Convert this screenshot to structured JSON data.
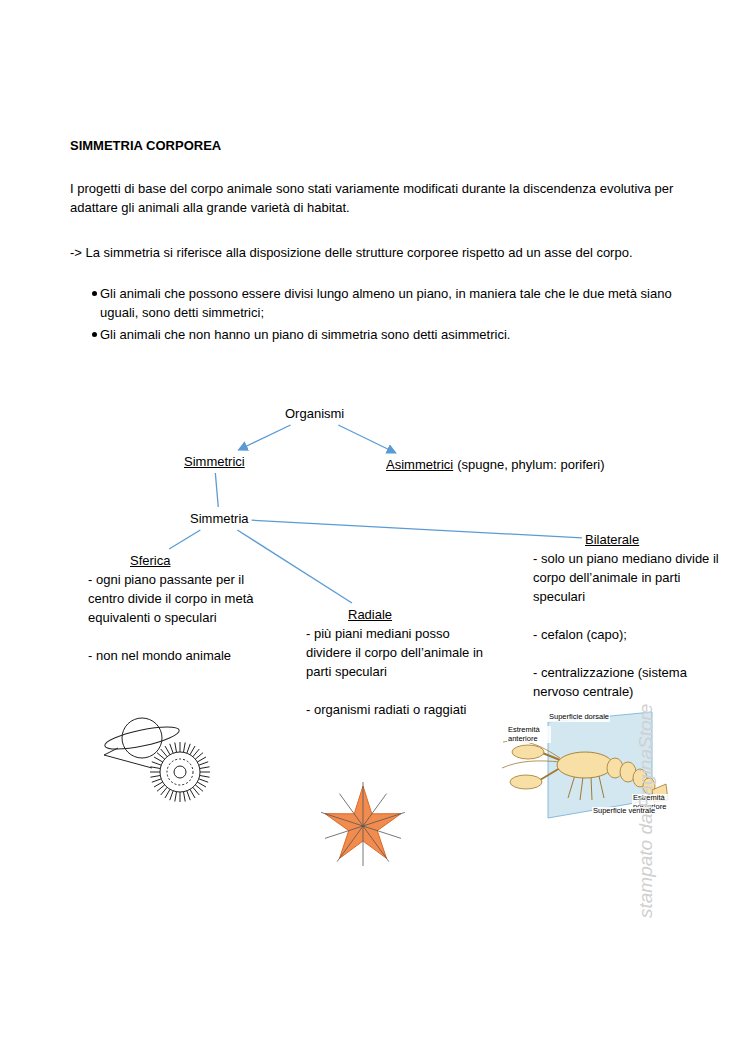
{
  "diagram": {
    "title": "SIMMETRIA CORPOREA",
    "nodes": [
      {
        "text": [
          "Organismi"
        ]
      },
      {
        "text": [
          "Simmetrici"
        ]
      },
      {
        "text": [
          "Asimmetrici",
          "(spugne, phylum: poriferi)"
        ]
      },
      {
        "text": [
          "Simmetria"
        ]
      },
      {
        "text": [
          "Sferica",
          "- ogni piano passante per il centro divide il corpo in metà equivalenti o speculari",
          "- non nel mondo animale"
        ]
      },
      {
        "text": [
          "Radiale",
          "- più piani mediani posso dividere il corpo dell’animale in parti speculari",
          "- organismi radiati o raggiati"
        ]
      },
      {
        "text": [
          "Bilaterale",
          "- solo un piano mediano divide il corpo dell’animale in parti speculari",
          "- cefalon (capo);",
          "- centralizzazione (sistema nervoso centrale)"
        ]
      }
    ],
    "edges": [
      {
        "from": 0,
        "to": 1,
        "arrow": "to"
      },
      {
        "from": 0,
        "to": 2,
        "arrow": "to"
      },
      {
        "from": 1,
        "to": 3,
        "arrow": "none"
      },
      {
        "from": 3,
        "to": 4,
        "arrow": "none"
      },
      {
        "from": 3,
        "to": 5,
        "arrow": "none"
      },
      {
        "from": 3,
        "to": 6,
        "arrow": "none"
      }
    ],
    "labels": [
      "I progetti di base del corpo animale sono stati variamente modificati durante la discendenza evolutiva per adattare gli animali alla grande varietà di habitat.",
      "-> La simmetria si riferisce alla disposizione delle strutture corporee rispetto ad un asse del corpo.",
      "Gli animali che possono essere divisi lungo almeno un piano, in maniera tale che le due metà siano uguali, sono detti simmetrici;",
      "Gli animali che non hanno un piano di simmetria sono detti asimmetrici.",
      "Superficie dorsale",
      "Estremità anteriore",
      "Estremità posteriore",
      "Superficie ventrale",
      "stampato da PaginaStore"
    ]
  }
}
